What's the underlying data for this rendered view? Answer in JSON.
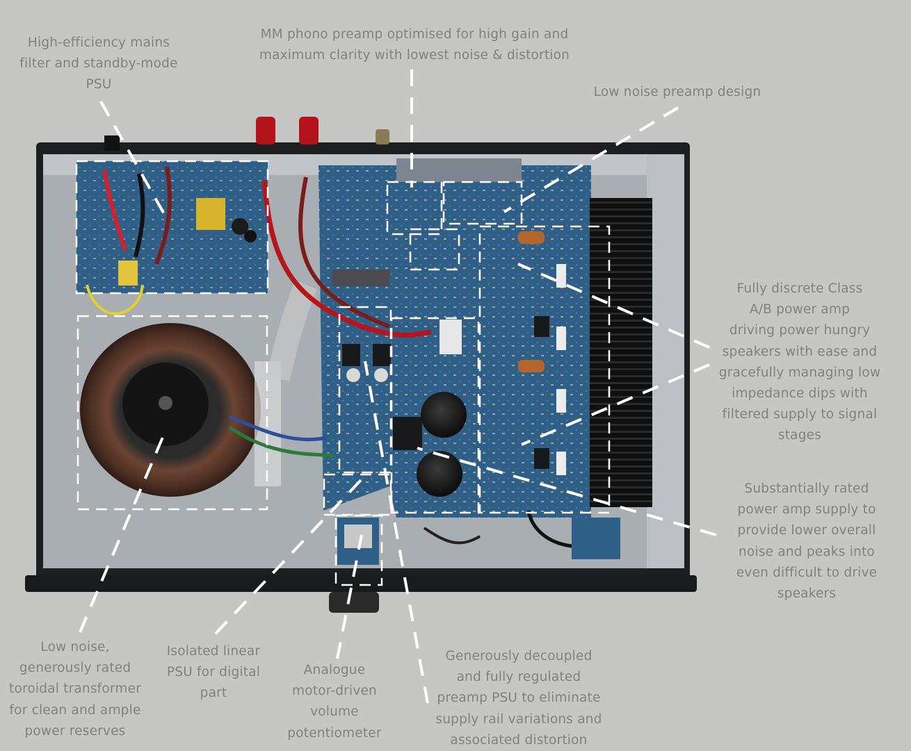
{
  "annotations": {
    "mains_filter": [
      "High-efficiency mains",
      "filter and standby-mode",
      "PSU"
    ],
    "phono_preamp": [
      "MM phono preamp optimised for high gain and",
      "maximum clarity with lowest noise & distortion"
    ],
    "low_noise_preamp": [
      "Low noise preamp design"
    ],
    "power_amp": [
      "Fully discrete Class",
      "A/B power amp",
      "driving power hungry",
      "speakers with ease and",
      "gracefully managing low",
      "impedance dips with",
      "filtered supply to signal",
      "stages"
    ],
    "power_supply": [
      "Substantially rated",
      "power amp supply to",
      "provide lower overall",
      "noise and peaks into",
      "even difficult to drive",
      "speakers"
    ],
    "toroidal": [
      "Low noise,",
      "generously rated",
      "toroidal transformer",
      "for clean and ample",
      "power reserves"
    ],
    "digital_psu": [
      "Isolated linear",
      "PSU for digital",
      "part"
    ],
    "volume_pot": [
      "Analogue",
      "motor-driven",
      "volume",
      "potentiometer"
    ],
    "preamp_psu": [
      "Generously decoupled",
      "and fully regulated",
      "preamp PSU to eliminate",
      "supply rail variations and",
      "associated distortion"
    ]
  },
  "colors": {
    "background": "#c6c7c5",
    "label_text": "#808080",
    "callout_line": "#ffffff",
    "pcb_blue": "#2f5f86",
    "chassis_floor": "#a9aeb3",
    "chassis_frame": "#1d1e20",
    "heatsink": "#121212",
    "transformer_winding": "#5e3b2d",
    "binding_post": "#b3131b"
  }
}
